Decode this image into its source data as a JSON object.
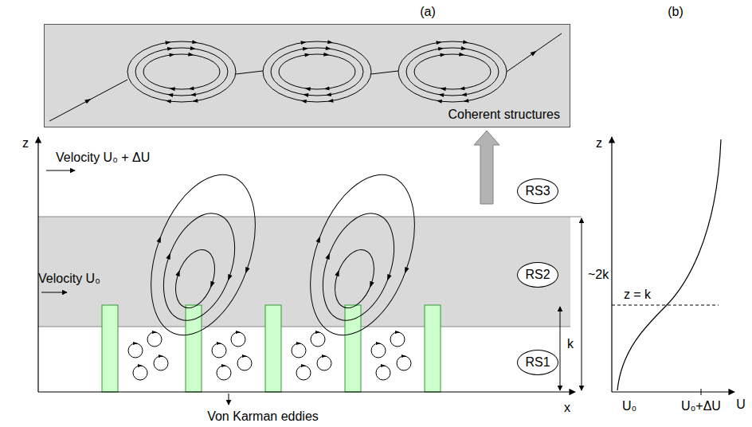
{
  "diagram": {
    "nodes": [
      {
        "text": [
          "Coherent structures"
        ]
      },
      {
        "text": [
          "RS3"
        ]
      },
      {
        "text": [
          "RS2"
        ]
      },
      {
        "text": [
          "RS1"
        ]
      }
    ],
    "edges": [
      {
        "from": 1,
        "to": 0,
        "arrow": "to"
      }
    ],
    "labels": [
      "(a)",
      "(b)",
      "z",
      "Velocity U₀ + ΔU",
      "Velocity U₀",
      "~2k",
      "k",
      "x",
      "Von Karman eddies",
      "z",
      "z = k",
      "U",
      "U₀",
      "U₀+ΔU"
    ]
  }
}
